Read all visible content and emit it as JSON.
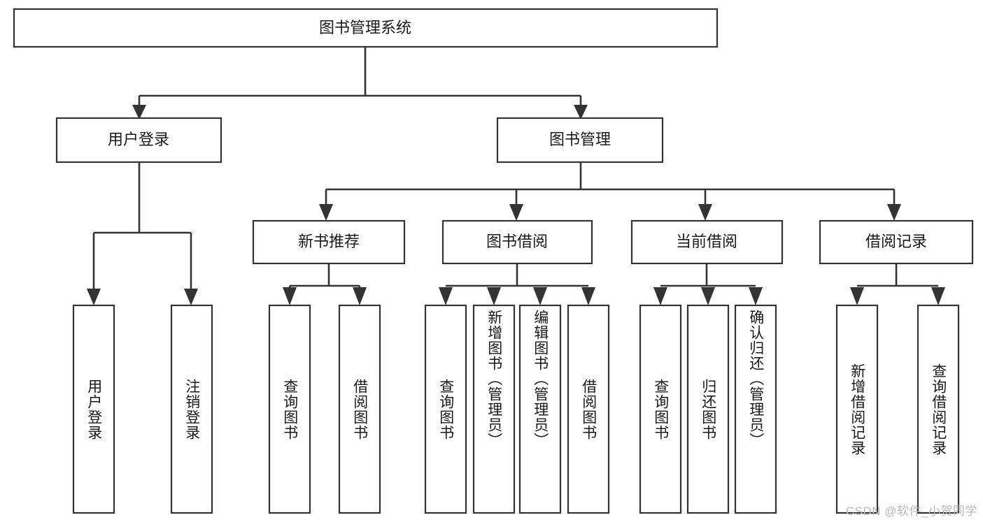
{
  "diagram": {
    "title": "图书管理系统",
    "root": {
      "label": "图书管理系统"
    },
    "level2": [
      {
        "label": "用户登录"
      },
      {
        "label": "图书管理"
      }
    ],
    "level3": [
      {
        "label": "新书推荐"
      },
      {
        "label": "图书借阅"
      },
      {
        "label": "当前借阅"
      },
      {
        "label": "借阅记录"
      }
    ],
    "leaves": {
      "user_login": [
        {
          "label": "用户登录"
        },
        {
          "label": "注销登录"
        }
      ],
      "new_book": [
        {
          "label": "查询图书"
        },
        {
          "label": "借阅图书"
        }
      ],
      "book_borrow": [
        {
          "label": "查询图书"
        },
        {
          "label": "新增图书（管理员）"
        },
        {
          "label": "编辑图书（管理员）"
        },
        {
          "label": "借阅图书"
        }
      ],
      "current_borrow": [
        {
          "label": "查询图书"
        },
        {
          "label": "归还图书"
        },
        {
          "label": "确认归还（管理员）"
        }
      ],
      "borrow_record": [
        {
          "label": "新增借阅记录"
        },
        {
          "label": "查询借阅记录"
        }
      ]
    }
  },
  "watermark": {
    "text": "CSDN @软件_小贺同学"
  },
  "colors": {
    "background": "#ffffff",
    "box_fill": "#ffffff",
    "box_stroke": "#333333",
    "connector": "#333333",
    "text": "#1a1a1a",
    "watermark": "#b9b9b9"
  }
}
